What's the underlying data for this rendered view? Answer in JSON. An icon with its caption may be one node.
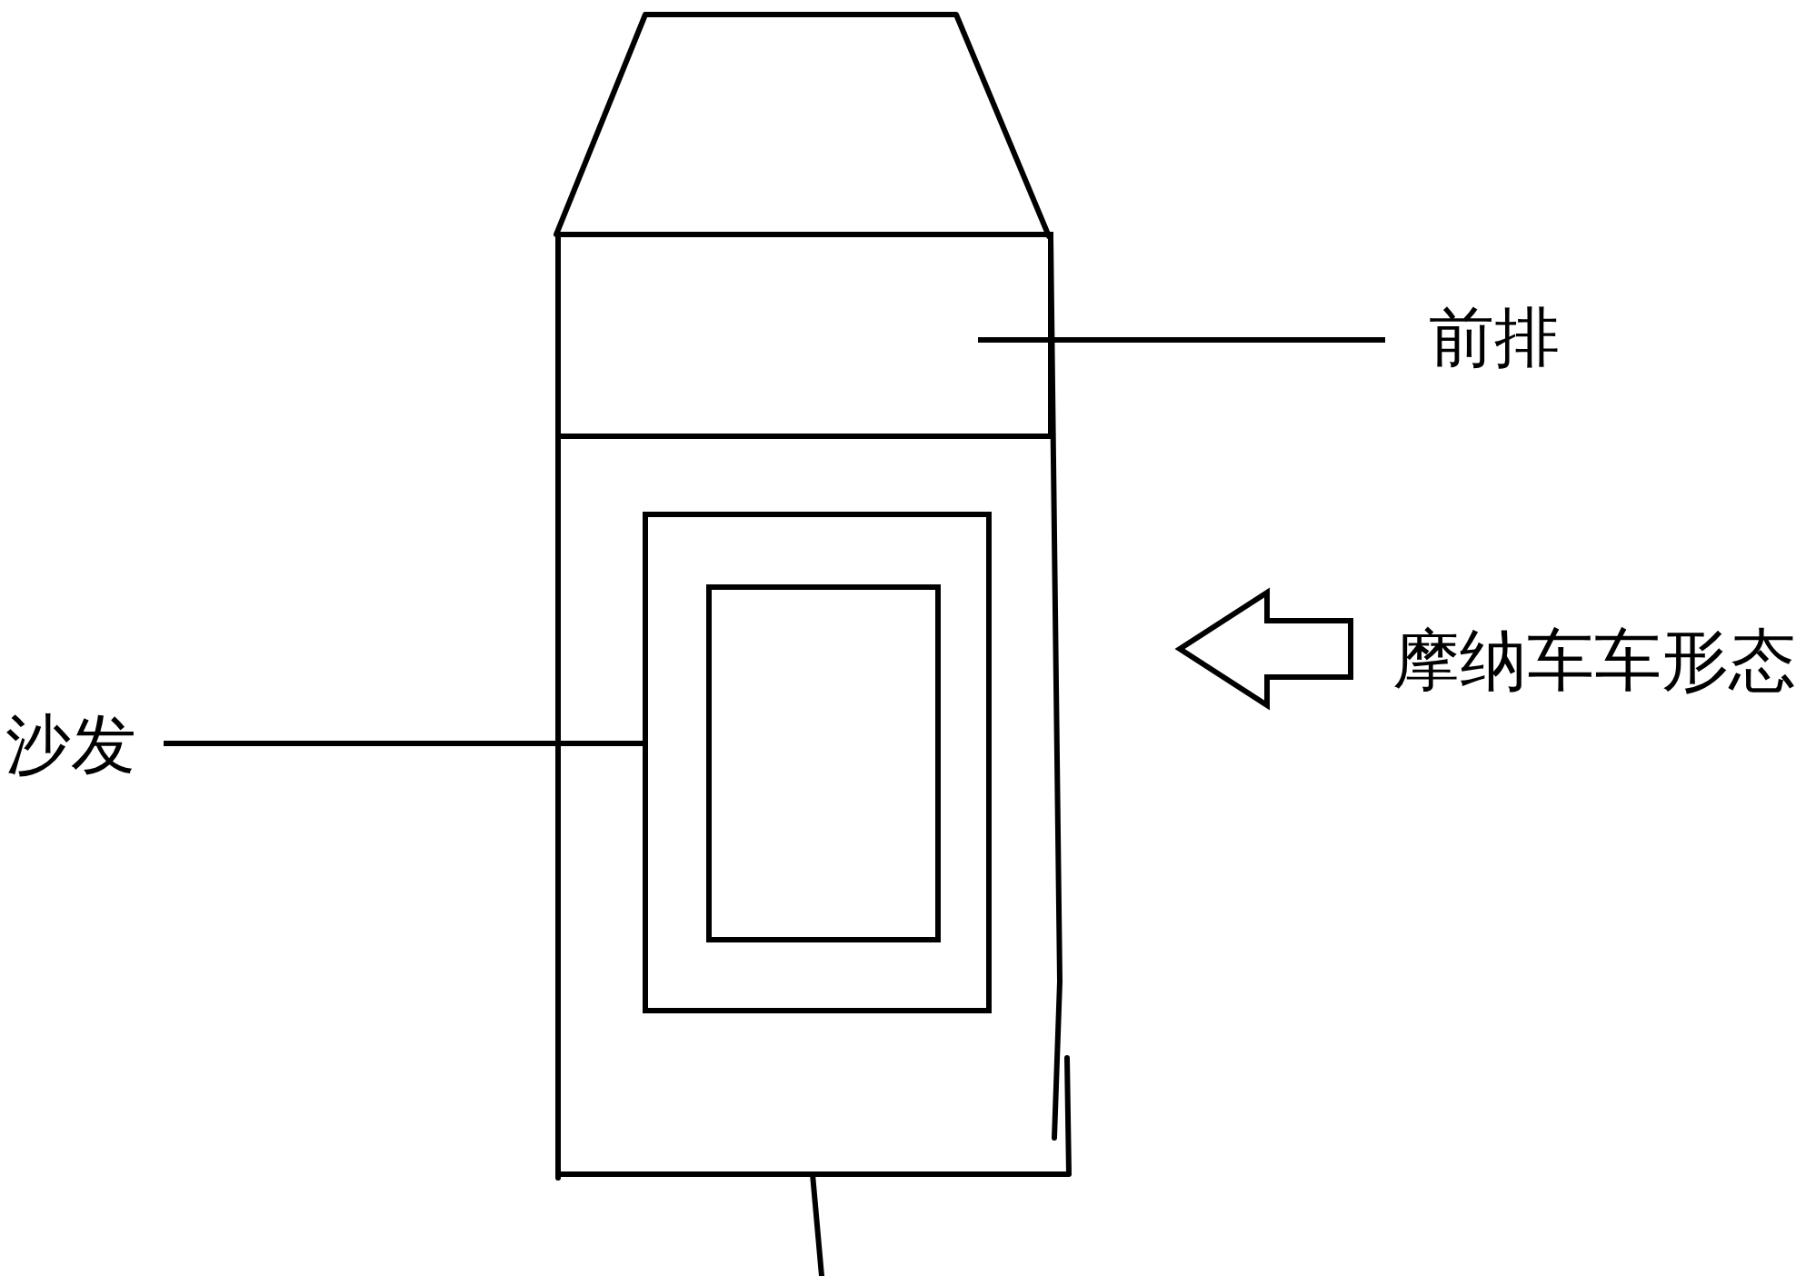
{
  "diagram": {
    "nodes": [
      {
        "text": [],
        "shape": "picture"
      },
      {
        "text": [],
        "shape": "box",
        "in": 0
      },
      {
        "text": [],
        "shape": "box",
        "in": 0
      },
      {
        "text": [
          "前排"
        ]
      },
      {
        "text": [
          "摩纳车车形态"
        ]
      },
      {
        "text": [
          "沙发"
        ]
      }
    ],
    "edges": [
      {
        "from": 3,
        "to": 1,
        "arrow": "none"
      },
      {
        "from": 4,
        "to": 0,
        "arrow": "to",
        "style": "thick"
      },
      {
        "from": 5,
        "to": 2,
        "arrow": "none"
      }
    ]
  }
}
